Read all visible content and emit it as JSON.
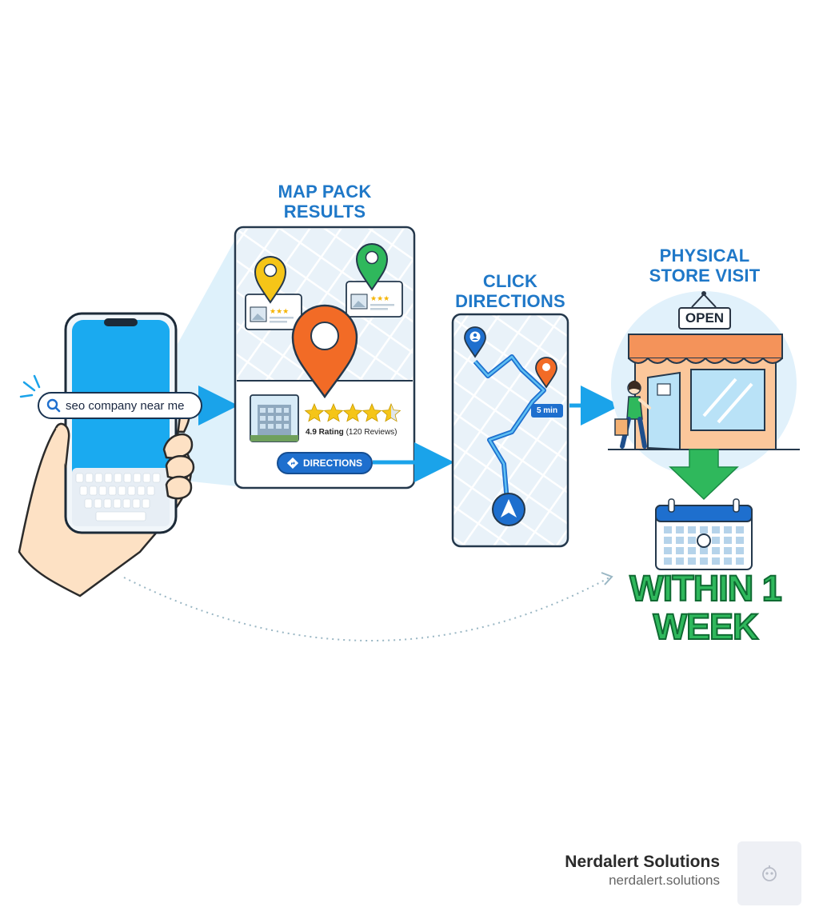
{
  "steps": {
    "search": {
      "query": "seo company near me",
      "icon": "search-icon"
    },
    "map_pack": {
      "title": "MAP PACK RESULTS",
      "rating": "4.9 Rating",
      "reviews": "(120 Reviews)",
      "stars": 4.5,
      "button_label": "DIRECTIONS"
    },
    "click_directions": {
      "title": "CLICK DIRECTIONS",
      "eta": "5 min"
    },
    "store_visit": {
      "title": "PHYSICAL STORE VISIT",
      "sign": "OPEN"
    },
    "outcome": {
      "text": "WITHIN 1 WEEK"
    }
  },
  "brand": {
    "name": "Nerdalert Solutions",
    "url": "nerdalert.solutions"
  },
  "colors": {
    "accent_blue": "#1f78c8",
    "arrow_blue": "#1aa3ea",
    "pin_orange": "#f26b26",
    "pin_yellow": "#f5c518",
    "pin_green": "#2fb85c",
    "outcome_green": "#2fb85c"
  }
}
